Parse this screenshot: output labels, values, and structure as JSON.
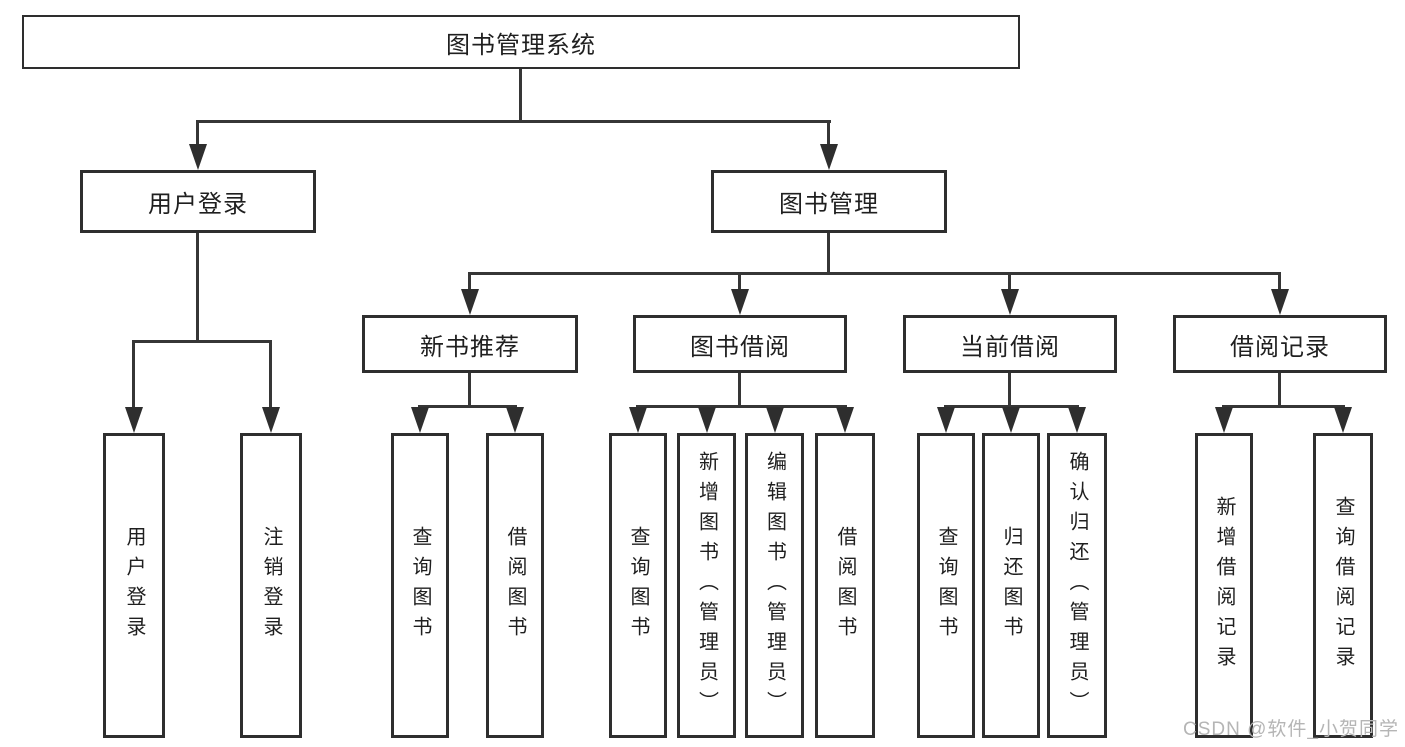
{
  "diagram_title": "图书管理系统",
  "nodes": {
    "root": {
      "label": "图书管理系统"
    },
    "user_login": {
      "label": "用户登录"
    },
    "book_management": {
      "label": "图书管理"
    },
    "new_book_recommend": {
      "label": "新书推荐"
    },
    "book_borrow": {
      "label": "图书借阅"
    },
    "current_borrow": {
      "label": "当前借阅"
    },
    "borrow_records": {
      "label": "借阅记录"
    },
    "leaf_user_login": {
      "label": "用户登录"
    },
    "leaf_logout": {
      "label": "注销登录"
    },
    "leaf_query_book_recommend": {
      "label": "查询图书"
    },
    "leaf_borrow_book_recommend": {
      "label": "借阅图书"
    },
    "leaf_query_book_borrow": {
      "label": "查询图书"
    },
    "leaf_add_book_admin": {
      "label": "新增图书（管理员）"
    },
    "leaf_edit_book_admin": {
      "label": "编辑图书（管理员）"
    },
    "leaf_borrow_book_borrow": {
      "label": "借阅图书"
    },
    "leaf_query_book_current": {
      "label": "查询图书"
    },
    "leaf_return_book": {
      "label": "归还图书"
    },
    "leaf_confirm_return_admin": {
      "label": "确认归还（管理员）"
    },
    "leaf_add_borrow_record": {
      "label": "新增借阅记录"
    },
    "leaf_query_borrow_record": {
      "label": "查询借阅记录"
    }
  },
  "watermark": {
    "text": "CSDN @软件_小贺同学"
  },
  "colors": {
    "background": "#ffffff",
    "box_border": "#2e2e2e",
    "connector_line": "#363636",
    "text": "#1f1f1f",
    "watermark_text": "#b5b5b5"
  }
}
